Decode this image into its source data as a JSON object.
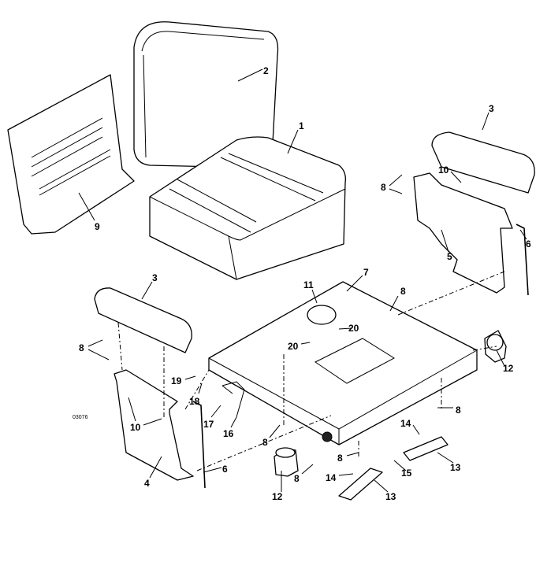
{
  "title": "Seat assembly parts diagram",
  "drawing_number": "03076",
  "callouts": [
    "2",
    "1",
    "3",
    "9",
    "10",
    "8",
    "5",
    "6",
    "7",
    "11",
    "8",
    "20",
    "20",
    "3",
    "8",
    "19",
    "18",
    "12",
    "10",
    "17",
    "16",
    "8",
    "8",
    "8",
    "14",
    "8",
    "15",
    "13",
    "4",
    "6",
    "12",
    "14",
    "13"
  ]
}
